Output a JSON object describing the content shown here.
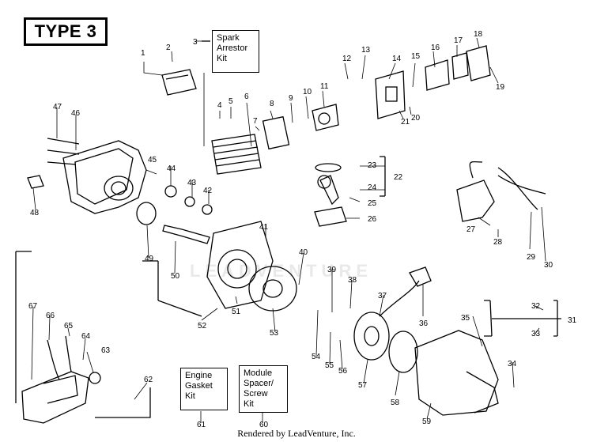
{
  "diagram": {
    "type_label": "TYPE 3",
    "footer": "Rendered by LeadVenture, Inc.",
    "watermark": "LEADVENTURE",
    "kit_boxes": [
      {
        "id": "spark-arrestor-kit",
        "lines": [
          "Spark",
          "Arrestor",
          "Kit"
        ]
      },
      {
        "id": "engine-gasket-kit",
        "lines": [
          "Engine",
          "Gasket",
          "Kit"
        ]
      },
      {
        "id": "module-spacer-screw-kit",
        "lines": [
          "Module",
          "Spacer/",
          "Screw",
          "Kit"
        ]
      }
    ],
    "part_numbers": [
      "1",
      "2",
      "3",
      "4",
      "5",
      "6",
      "7",
      "8",
      "9",
      "10",
      "11",
      "12",
      "13",
      "14",
      "15",
      "16",
      "17",
      "18",
      "19",
      "20",
      "21",
      "22",
      "23",
      "24",
      "25",
      "26",
      "27",
      "28",
      "29",
      "30",
      "31",
      "32",
      "33",
      "34",
      "35",
      "36",
      "37",
      "38",
      "39",
      "40",
      "41",
      "42",
      "43",
      "44",
      "45",
      "46",
      "47",
      "48",
      "49",
      "50",
      "51",
      "52",
      "53",
      "54",
      "55",
      "56",
      "57",
      "58",
      "59",
      "60",
      "61",
      "62",
      "63",
      "64",
      "65",
      "66",
      "67"
    ]
  }
}
